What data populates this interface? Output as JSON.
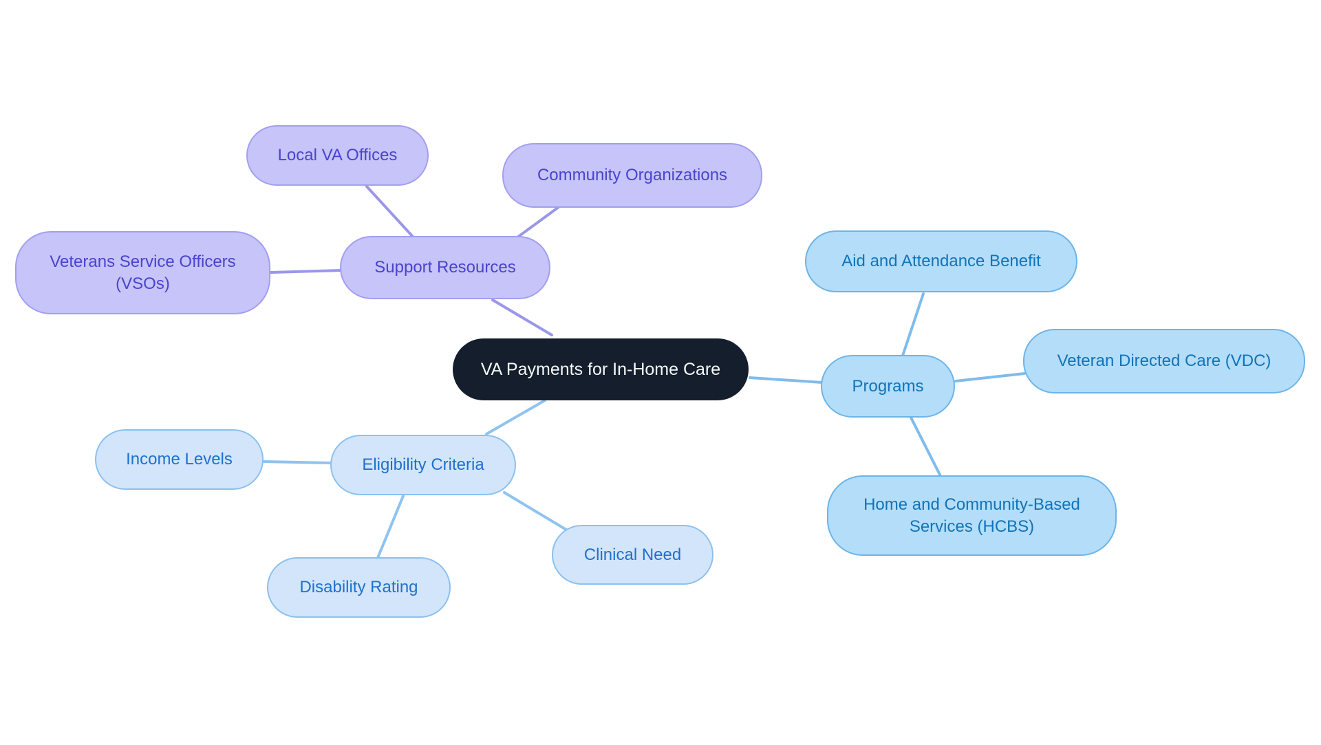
{
  "diagram": {
    "type": "mindmap",
    "background_color": "#ffffff",
    "central_node_color": "#141e2c",
    "central_text_color": "#f7f9fa",
    "branch_styles": {
      "support_resources_branch": {
        "fill": "#c6c4f8",
        "border": "#a29ff2",
        "text": "#4a43cd",
        "edge": "#9a97ea"
      },
      "programs_branch": {
        "fill": "#b3ddf9",
        "border": "#6db4e9",
        "text": "#1273b8",
        "edge": "#7fbcec"
      },
      "eligibility_branch": {
        "fill": "#d2e5fb",
        "border": "#8cc0ef",
        "text": "#2070cd",
        "edge": "#8fc3f0"
      }
    },
    "nodes": {
      "central": {
        "label": "VA Payments for In-Home Care"
      },
      "support_resources": {
        "label": "Support Resources"
      },
      "local_va_offices": {
        "label": "Local VA Offices"
      },
      "community_organizations": {
        "label": "Community Organizations"
      },
      "vsos": {
        "label": "Veterans Service Officers (VSOs)"
      },
      "programs": {
        "label": "Programs"
      },
      "aid_attendance": {
        "label": "Aid and Attendance Benefit"
      },
      "vdc": {
        "label": "Veteran Directed Care (VDC)"
      },
      "hcbs": {
        "label": "Home and Community-Based Services (HCBS)"
      },
      "eligibility": {
        "label": "Eligibility Criteria"
      },
      "income_levels": {
        "label": "Income Levels"
      },
      "disability_rating": {
        "label": "Disability Rating"
      },
      "clinical_need": {
        "label": "Clinical Need"
      }
    },
    "edges": [
      {
        "from": "vsos",
        "to": "support_resources"
      },
      {
        "from": "local_va_offices",
        "to": "support_resources"
      },
      {
        "from": "community_organizations",
        "to": "support_resources"
      },
      {
        "from": "support_resources",
        "to": "central"
      },
      {
        "from": "central",
        "to": "programs"
      },
      {
        "from": "programs",
        "to": "aid_attendance"
      },
      {
        "from": "programs",
        "to": "vdc"
      },
      {
        "from": "programs",
        "to": "hcbs"
      },
      {
        "from": "central",
        "to": "eligibility"
      },
      {
        "from": "eligibility",
        "to": "income_levels"
      },
      {
        "from": "eligibility",
        "to": "disability_rating"
      },
      {
        "from": "eligibility",
        "to": "clinical_need"
      }
    ]
  }
}
